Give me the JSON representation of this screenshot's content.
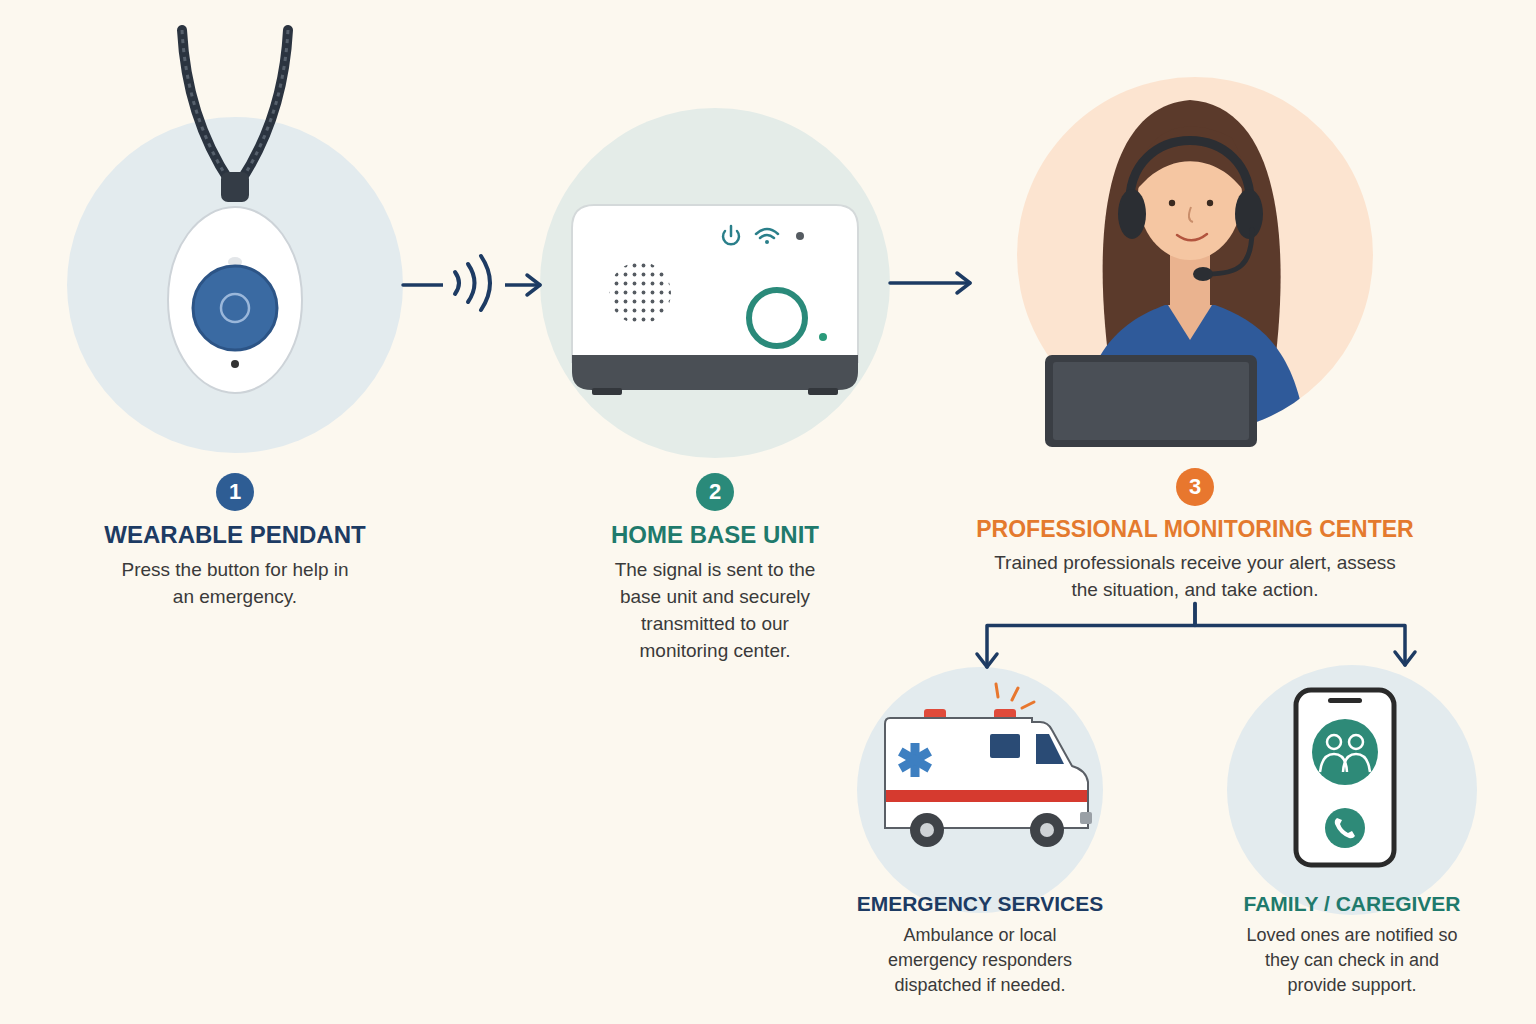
{
  "diagram": {
    "nodes": [
      {
        "text": [
          "1",
          "WEARABLE PENDANT",
          "Press the button for help in an emergency."
        ]
      },
      {
        "text": [
          "2",
          "HOME BASE UNIT",
          "The signal is sent to the base unit and securely transmitted to our monitoring center."
        ]
      },
      {
        "text": [
          "3",
          "PROFESSIONAL MONITORING CENTER",
          "Trained professionals receive your alert, assess the situation, and take action."
        ]
      },
      {
        "text": [
          "EMERGENCY SERVICES",
          "Ambulance or local emergency responders dispatched if needed."
        ]
      },
      {
        "text": [
          "FAMILY / CAREGIVER",
          "Loved ones are notified so they can check in and provide support."
        ]
      }
    ],
    "edges": [
      {
        "from": 0,
        "to": 1,
        "arrow": "to"
      },
      {
        "from": 1,
        "to": 2,
        "arrow": "to"
      },
      {
        "from": 2,
        "to": 3,
        "arrow": "to"
      },
      {
        "from": 2,
        "to": 4,
        "arrow": "to"
      }
    ]
  }
}
